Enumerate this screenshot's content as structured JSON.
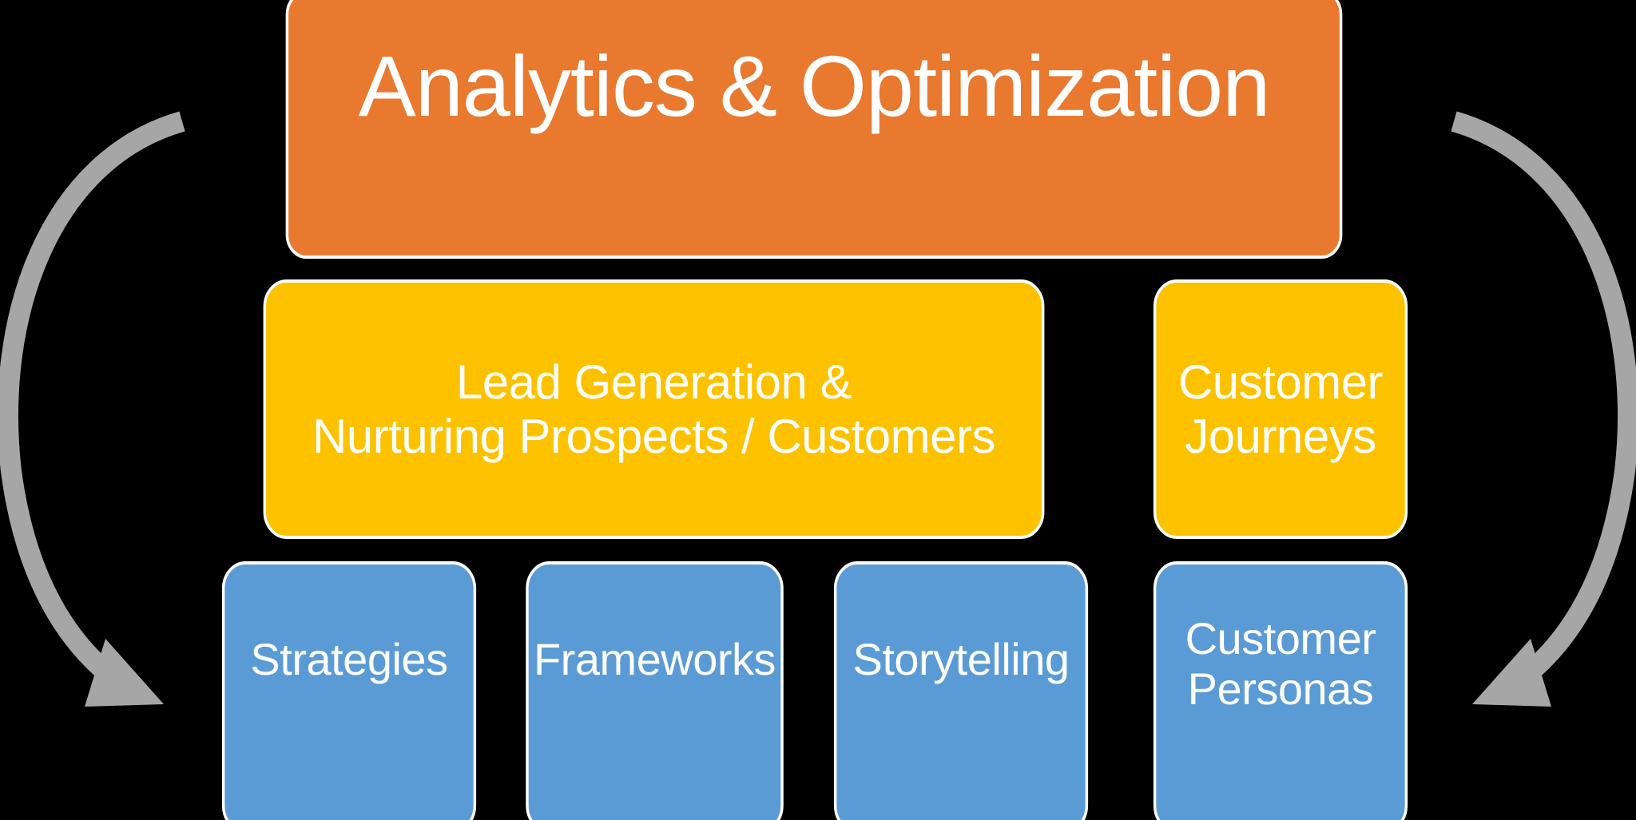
{
  "diagram": {
    "title_node": {
      "label": "Analytics & Optimization",
      "color": "#E8792F"
    },
    "tier2": [
      {
        "label": "Lead Generation &\nNurturing Prospects / Customers",
        "color": "#FCC200"
      },
      {
        "label": "Customer\nJourneys",
        "color": "#FCC200"
      }
    ],
    "tier3": [
      {
        "label": "Strategies",
        "color": "#5B9BD5"
      },
      {
        "label": "Frameworks",
        "color": "#5B9BD5"
      },
      {
        "label": "Storytelling",
        "color": "#5B9BD5"
      },
      {
        "label": "Customer\nPersonas",
        "color": "#5B9BD5"
      }
    ],
    "connectors": [
      {
        "name": "left-cycle-arrow",
        "color": "#A6A6A6",
        "direction": "down"
      },
      {
        "name": "right-cycle-arrow",
        "color": "#A6A6A6",
        "direction": "down"
      }
    ],
    "background_color": "#000000",
    "text_color": "#FFFFFF",
    "border_color": "#FFFFFF"
  }
}
